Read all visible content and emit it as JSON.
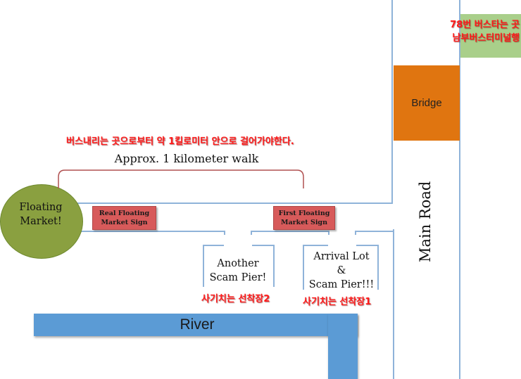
{
  "colors": {
    "road": "#8fb3d9",
    "river": "#5b9bd5",
    "bridge": "#e07510",
    "market_circle": "#8aa040",
    "sign": "#d75a5a",
    "bus_stop": "#a9cf8a",
    "korean_text": "#ff1a1a"
  },
  "labels": {
    "floating_market": [
      "Floating",
      "Market!"
    ],
    "walk_note": "Approx. 1 kilometer walk",
    "walk_note_korean": "버스내리는 곳으로부터 약 1킬로미터 안으로 걸어가야한다.",
    "real_sign": [
      "Real Floating",
      "Market Sign"
    ],
    "first_sign": [
      "First Floating",
      "Market Sign"
    ],
    "another_pier": [
      "Another",
      "Scam Pier!"
    ],
    "another_pier_korean": "사기치는 선착장2",
    "arrival_lot": [
      "Arrival Lot",
      "&",
      "Scam Pier!!!"
    ],
    "arrival_lot_korean": "사기치는 선착장1",
    "river": "River",
    "main_road": "Main Road",
    "bridge": "Bridge",
    "bus_stop_korean": [
      "78번 버스타는 곳",
      "남부버스터미널행"
    ]
  }
}
